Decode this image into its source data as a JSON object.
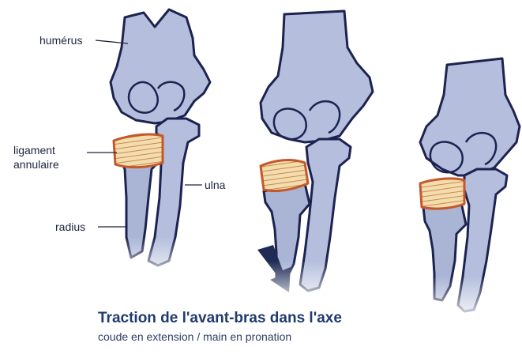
{
  "labels": {
    "humerus": "humérus",
    "ligament_line1": "ligament",
    "ligament_line2": "annulaire",
    "ulna": "ulna",
    "radius": "radius"
  },
  "caption": {
    "title": "Traction de l'avant-bras dans l'axe",
    "subtitle": "coude en extension / main en pronation"
  },
  "colors": {
    "bone_fill": "#b5bfdd",
    "bone_outline": "#1c2350",
    "ligament_fill": "#f2d9a8",
    "ligament_outline": "#c4582a",
    "arrow": "#1f2b55",
    "caption_title": "#1f3b6e"
  }
}
